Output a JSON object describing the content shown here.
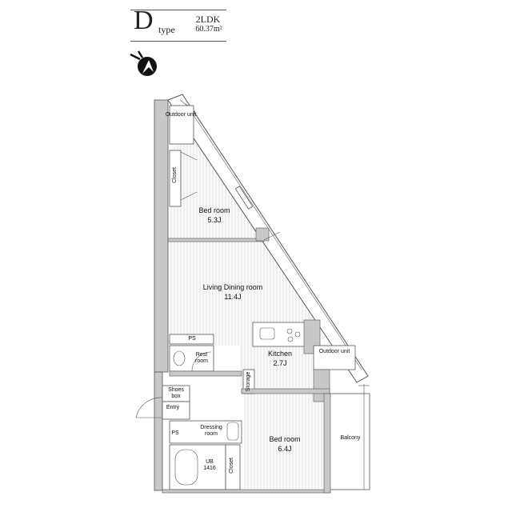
{
  "header": {
    "type_letter": "D",
    "type_word": "type",
    "layout": "2LDK",
    "area": "60.37m²"
  },
  "compass": {
    "icon": "north-arrow-icon"
  },
  "rooms": {
    "outdoor_unit_top": "Outdoor unit",
    "closet_top": "Closet",
    "bedroom_1_name": "Bed room",
    "bedroom_1_size": "5.3J",
    "living_name": "Living Dining room",
    "living_size": "11.4J",
    "ps_top": "PS",
    "rest_room": "Rest room",
    "kitchen_name": "Kitchen",
    "kitchen_size": "2.7J",
    "outdoor_unit_right": "Outdoor unit",
    "storage": "Storage",
    "shoes_box": "Shoes box",
    "entry": "Entry",
    "ps_bottom": "PS",
    "dressing_room": "Dressing room",
    "bedroom_2_name": "Bed room",
    "bedroom_2_size": "6.4J",
    "ub": "UB 1416",
    "closet_bottom": "Closet",
    "balcony": "Balcony"
  },
  "colors": {
    "wall": "#c8c8c8",
    "line": "#555555",
    "floor_stripe": "#e6e6e6"
  }
}
